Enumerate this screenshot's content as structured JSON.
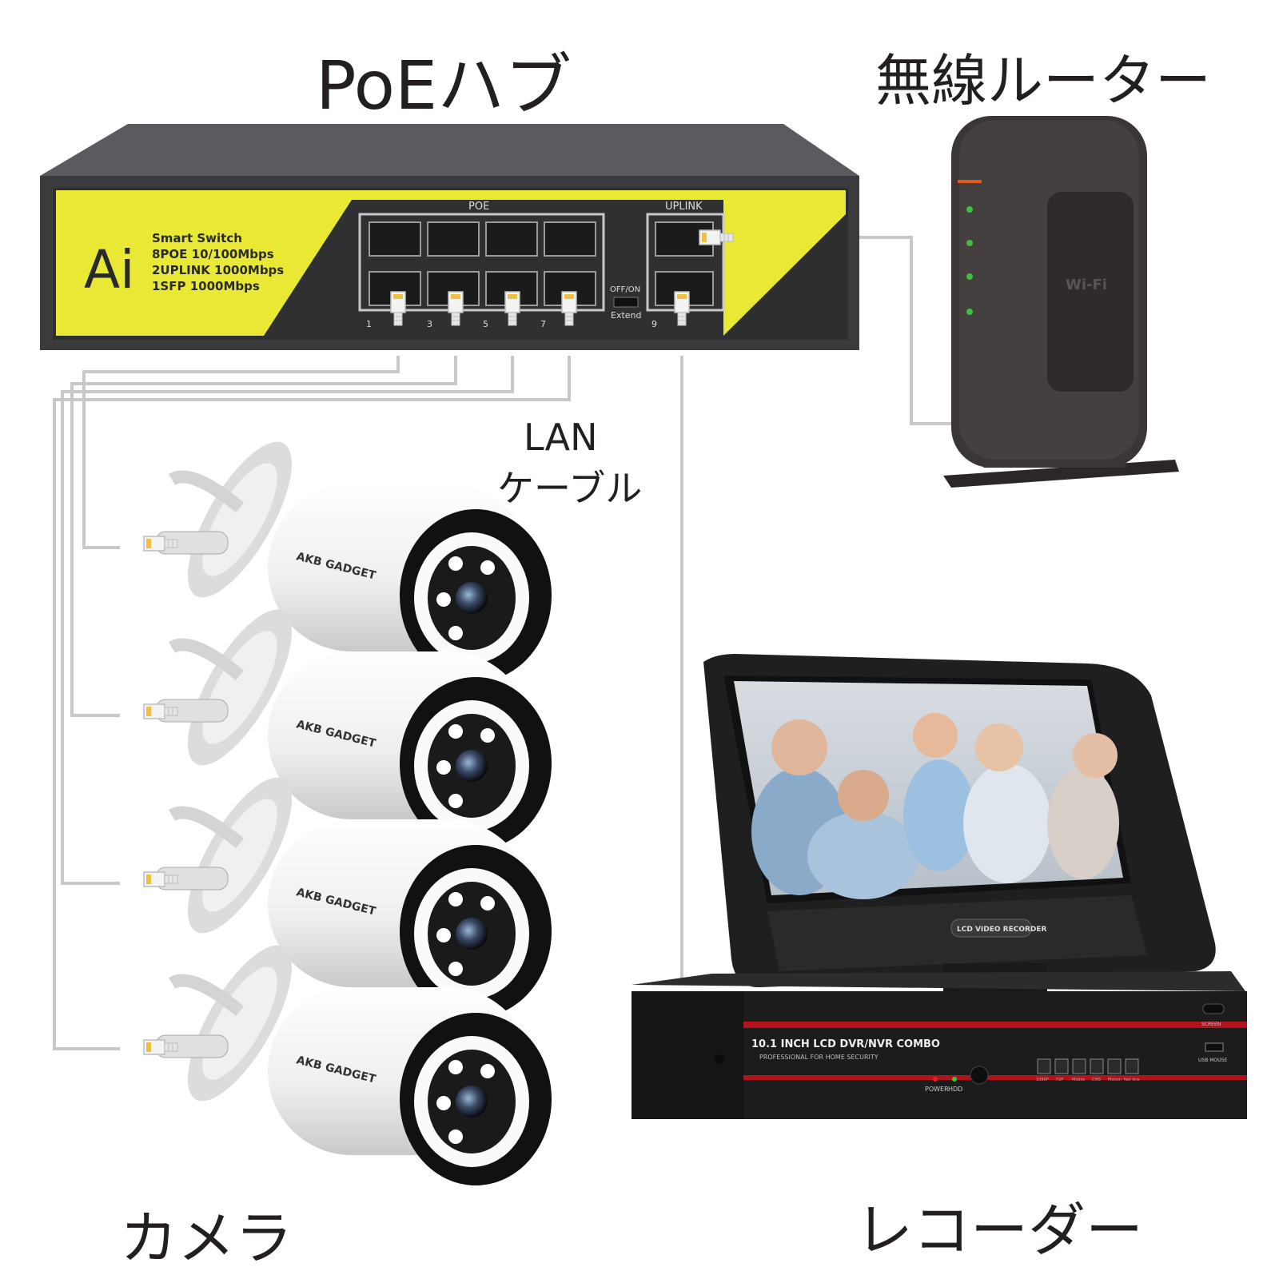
{
  "labels": {
    "poe_hub": "PoEハブ",
    "router": "無線ルーター",
    "lan_line1": "LAN",
    "lan_line2": "ケーブル",
    "camera": "カメラ",
    "recorder": "レコーダー"
  },
  "switch": {
    "brand": "Ai",
    "spec_lines": [
      "Smart Switch",
      "8POE 10/100Mbps",
      "2UPLINK 1000Mbps",
      "1SFP 1000Mbps"
    ],
    "poe_label": "POE",
    "uplink_label": "UPLINK",
    "toggle_top": "OFF/ON",
    "toggle_bottom": "Extend",
    "port_numbers": [
      "1",
      "3",
      "5",
      "7",
      "9"
    ]
  },
  "router_device": {
    "mark": "Wi-Fi"
  },
  "camera_device": {
    "brand": "AKB GADGET",
    "count": 4
  },
  "recorder_device": {
    "screen_badge": "LCD VIDEO RECORDER",
    "model": "10.1 INCH LCD DVR/NVR COMBO",
    "tagline": "PROFESSIONAL FOR HOME SECURITY",
    "power_label": "POWER",
    "hdd_label": "HDD",
    "screen_label": "SCREEN",
    "usb_label": "USB MOUSE",
    "feature_icons": [
      "1080P",
      "P2P",
      "Mobile",
      "CMS",
      "Motion",
      "Net line"
    ]
  },
  "colors": {
    "switch_body": "#3a3b3d",
    "switch_panel": "#e8e835",
    "cable": "#c8c8c8",
    "router_body": "#3b3536",
    "router_accent": "#e05a1a",
    "led_green": "#3fbf3f",
    "recorder_red": "#b3121b",
    "camera_body": "#f2f2f2"
  }
}
